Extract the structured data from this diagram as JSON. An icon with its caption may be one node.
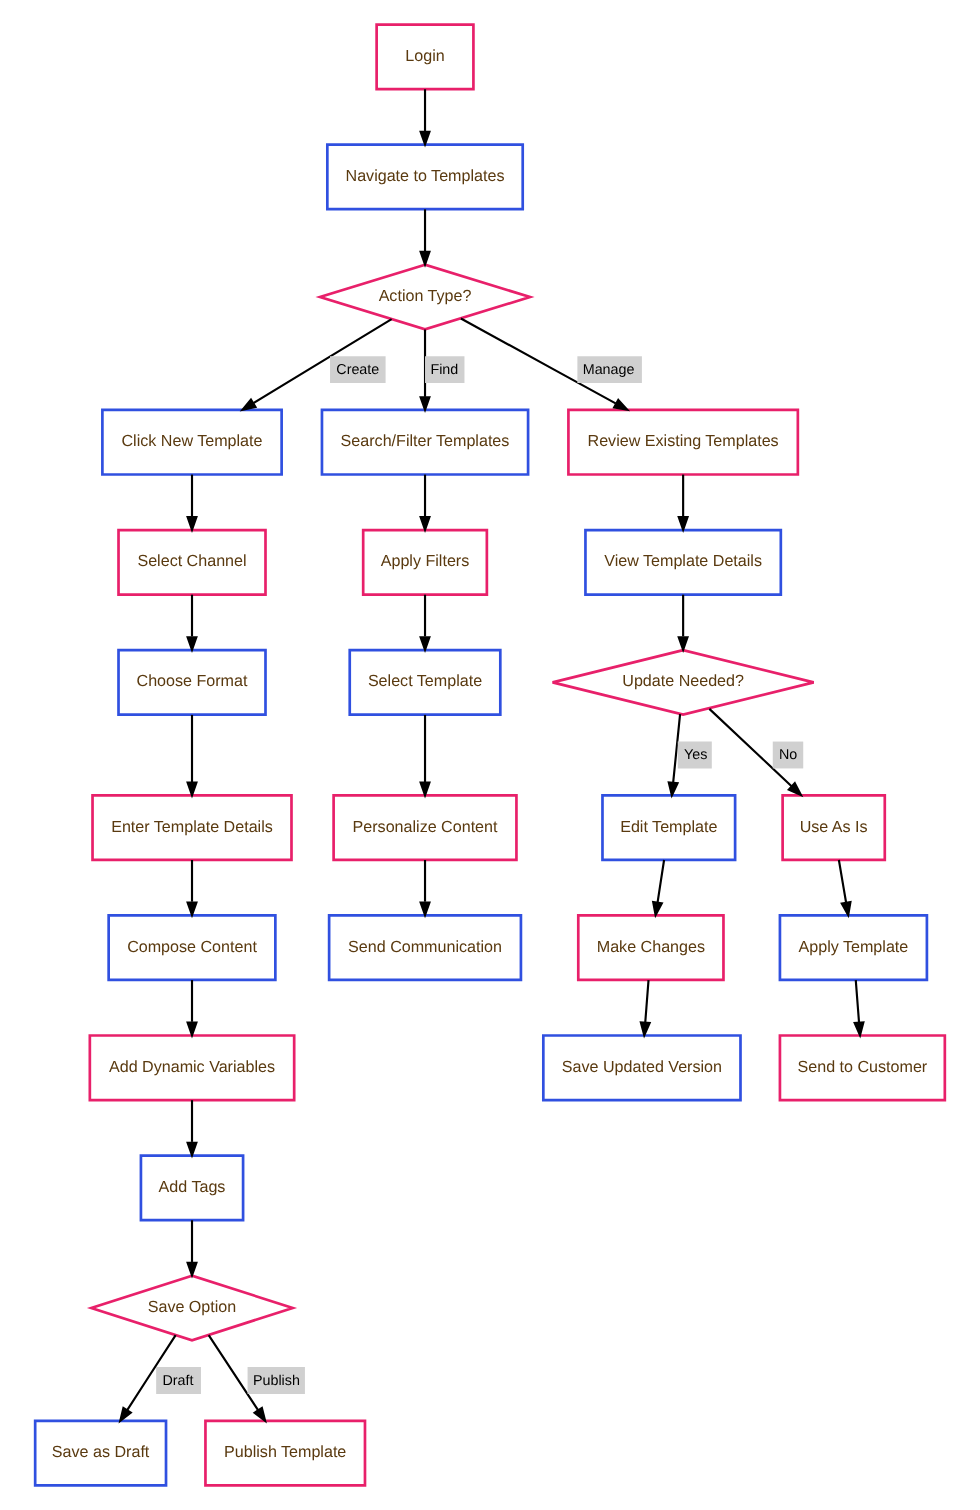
{
  "diagram": {
    "nodes": [
      {
        "text": [
          "Login"
        ]
      },
      {
        "text": [
          "Navigate to Templates"
        ]
      },
      {
        "text": [
          "Action Type?"
        ]
      },
      {
        "text": [
          "Click New Template"
        ]
      },
      {
        "text": [
          "Select Channel"
        ]
      },
      {
        "text": [
          "Choose Format"
        ]
      },
      {
        "text": [
          "Enter Template Details"
        ]
      },
      {
        "text": [
          "Compose Content"
        ]
      },
      {
        "text": [
          "Add Dynamic Variables"
        ]
      },
      {
        "text": [
          "Add Tags"
        ]
      },
      {
        "text": [
          "Save Option"
        ]
      },
      {
        "text": [
          "Save as Draft"
        ]
      },
      {
        "text": [
          "Publish Template"
        ]
      },
      {
        "text": [
          "Search/Filter Templates"
        ]
      },
      {
        "text": [
          "Apply Filters"
        ]
      },
      {
        "text": [
          "Select Template"
        ]
      },
      {
        "text": [
          "Personalize Content"
        ]
      },
      {
        "text": [
          "Send Communication"
        ]
      },
      {
        "text": [
          "Review Existing Templates"
        ]
      },
      {
        "text": [
          "View Template Details"
        ]
      },
      {
        "text": [
          "Update Needed?"
        ]
      },
      {
        "text": [
          "Edit Template"
        ]
      },
      {
        "text": [
          "Make Changes"
        ]
      },
      {
        "text": [
          "Save Updated Version"
        ]
      },
      {
        "text": [
          "Use As Is"
        ]
      },
      {
        "text": [
          "Apply Template"
        ]
      },
      {
        "text": [
          "Send to Customer"
        ]
      }
    ],
    "edges": [
      {
        "from": 0,
        "to": 1,
        "arrow": "to"
      },
      {
        "from": 1,
        "to": 2,
        "arrow": "to"
      },
      {
        "from": 2,
        "to": 3,
        "label": "Create",
        "arrow": "to"
      },
      {
        "from": 2,
        "to": 13,
        "label": "Find",
        "arrow": "to"
      },
      {
        "from": 2,
        "to": 18,
        "label": "Manage",
        "arrow": "to"
      },
      {
        "from": 3,
        "to": 4,
        "arrow": "to"
      },
      {
        "from": 4,
        "to": 5,
        "arrow": "to"
      },
      {
        "from": 5,
        "to": 6,
        "arrow": "to"
      },
      {
        "from": 6,
        "to": 7,
        "arrow": "to"
      },
      {
        "from": 7,
        "to": 8,
        "arrow": "to"
      },
      {
        "from": 8,
        "to": 9,
        "arrow": "to"
      },
      {
        "from": 9,
        "to": 10,
        "arrow": "to"
      },
      {
        "from": 10,
        "to": 11,
        "label": "Draft",
        "arrow": "to"
      },
      {
        "from": 10,
        "to": 12,
        "label": "Publish",
        "arrow": "to"
      },
      {
        "from": 13,
        "to": 14,
        "arrow": "to"
      },
      {
        "from": 14,
        "to": 15,
        "arrow": "to"
      },
      {
        "from": 15,
        "to": 16,
        "arrow": "to"
      },
      {
        "from": 16,
        "to": 17,
        "arrow": "to"
      },
      {
        "from": 18,
        "to": 19,
        "arrow": "to"
      },
      {
        "from": 19,
        "to": 20,
        "arrow": "to"
      },
      {
        "from": 20,
        "to": 21,
        "label": "Yes",
        "arrow": "to"
      },
      {
        "from": 20,
        "to": 24,
        "label": "No",
        "arrow": "to"
      },
      {
        "from": 21,
        "to": 22,
        "arrow": "to"
      },
      {
        "from": 22,
        "to": 23,
        "arrow": "to"
      },
      {
        "from": 24,
        "to": 25,
        "arrow": "to"
      },
      {
        "from": 25,
        "to": 26,
        "arrow": "to"
      }
    ]
  }
}
